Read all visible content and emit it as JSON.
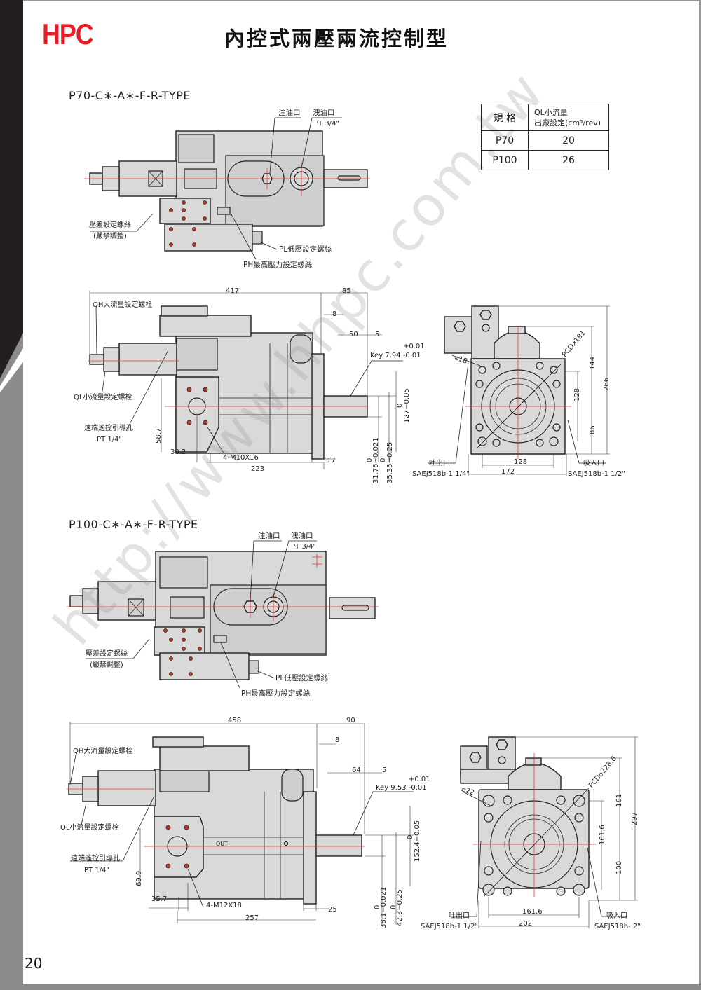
{
  "header": {
    "logo": "HPC",
    "title": "內控式兩壓兩流控制型"
  },
  "watermark": "http://www.hhpc.com.tw",
  "page_number": "20",
  "spec_table": {
    "col1_header": "規 格",
    "col2_header_line1": "QL小流量",
    "col2_header_line2": "出廠設定(cm³/rev)",
    "rows": [
      {
        "model": "P70",
        "value": "20"
      },
      {
        "model": "P100",
        "value": "26"
      }
    ]
  },
  "p70": {
    "type": "P70-C∗-A∗-F-R-TYPE",
    "top": {
      "fill_port": "注油口",
      "drain_port": "洩油口",
      "drain_size": "PT 3/4\"",
      "diff_screw": "壓差設定螺絲",
      "diff_note": "(嚴禁調整)",
      "pl_screw": "PL低壓設定螺絲",
      "ph_screw": "PH最高壓力設定螺絲"
    },
    "side": {
      "overall": "417",
      "shaft_len": "85",
      "qh": "QH大流量設定螺栓",
      "d8": "8",
      "key_len": "50",
      "d5": "5",
      "key_tol_plus": "+0.01",
      "key": "Key 7.94 -0.01",
      "ql": "QL小流量設定螺栓",
      "remote": "遠端遙控引導孔",
      "remote_size": "PT 1/4\"",
      "d587": "58.7",
      "d302": "30.2",
      "bolts": "4-M10X16",
      "d17": "17",
      "d223": "223",
      "pilot_zero": "0",
      "pilot": "127−0.05",
      "shaft_zero": "0",
      "shaft_dia": "31.75−0.021",
      "key_zero": "0",
      "key_h": "35.35−0.25"
    },
    "front": {
      "hole": "⌀18",
      "pcd": "PCD⌀181",
      "h144": "144",
      "h266": "266",
      "h128": "128",
      "h86": "86",
      "w128": "128",
      "w172": "172",
      "outlet": "吐出口",
      "outlet_size": "SAEJ518b-1 1/4\"",
      "inlet": "吸入口",
      "inlet_size": "SAEJ518b-1 1/2\""
    }
  },
  "p100": {
    "type": "P100-C∗-A∗-F-R-TYPE",
    "top": {
      "fill_port": "注油口",
      "drain_port": "洩油口",
      "drain_size": "PT 3/4\"",
      "diff_screw": "壓差設定螺絲",
      "diff_note": "(嚴禁調整)",
      "pl_screw": "PL低壓設定螺絲",
      "ph_screw": "PH最高壓力設定螺絲"
    },
    "side": {
      "overall": "458",
      "shaft_len": "90",
      "qh": "QH大流量設定螺栓",
      "d8": "8",
      "key_len": "64",
      "d5": "5",
      "key_tol_plus": "+0.01",
      "key": "Key 9.53 -0.01",
      "ql": "QL小流量設定螺栓",
      "remote": "遠端遙控引導孔",
      "remote_size": "PT 1/4\"",
      "d699": "69.9",
      "d357": "35.7",
      "bolts": "4-M12X18",
      "d25": "25",
      "d257": "257",
      "out": "OUT",
      "pilot_zero": "0",
      "pilot": "152.4−0.05",
      "shaft_zero": "0",
      "shaft_dia": "38.1−0.021",
      "key_zero": "0",
      "key_h": "42.3−0.25"
    },
    "front": {
      "hole": "⌀22",
      "pcd": "PCD⌀228.6",
      "h161": "161",
      "h297": "297",
      "h1616": "161.6",
      "h100": "100",
      "w1616": "161.6",
      "w202": "202",
      "outlet": "吐出口",
      "outlet_size": "SAEJ518b-1 1/2\"",
      "inlet": "吸入口",
      "inlet_size": "SAEJ518b- 2\""
    }
  }
}
